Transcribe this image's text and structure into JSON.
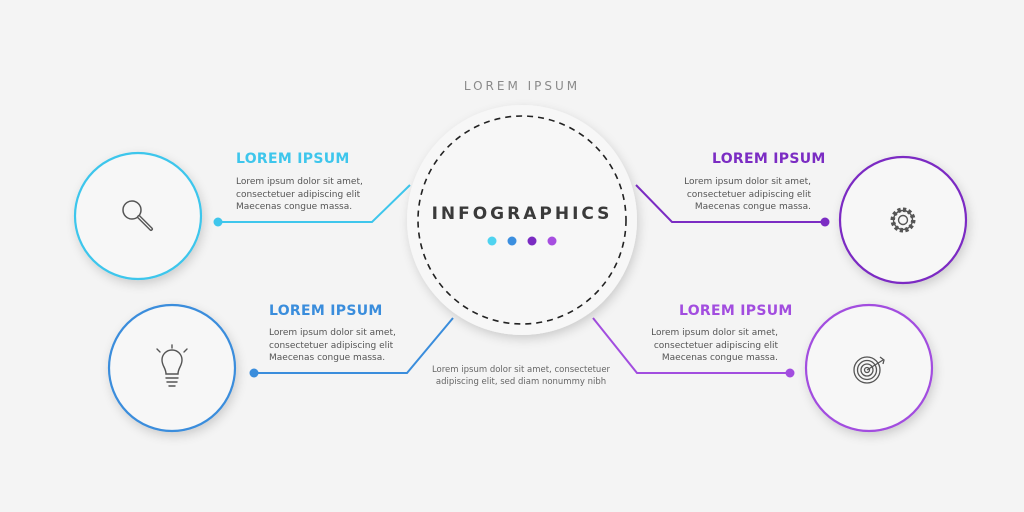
{
  "title": "LOREM IPSUM",
  "center": {
    "label": "INFOGRAPHICS",
    "dot_colors": [
      "#4fd3f0",
      "#3b8fdf",
      "#7a2bc2",
      "#a64ee0"
    ],
    "caption": "Lorem ipsum dolor sit amet, consectetuer\nadipiscing elit, sed diam nonummy nibh"
  },
  "items": [
    {
      "heading": "LOREM IPSUM",
      "text": "Lorem ipsum dolor sit amet,\nconsectetuer adipiscing elit\nMaecenas congue massa.",
      "icon": "magnifier-icon",
      "color": "#3ec6ec"
    },
    {
      "heading": "LOREM IPSUM",
      "text": "Lorem ipsum dolor sit amet,\nconsectetuer adipiscing elit\nMaecenas congue massa.",
      "icon": "lightbulb-icon",
      "color": "#3a8ddc"
    },
    {
      "heading": "LOREM IPSUM",
      "text": "Lorem ipsum dolor sit amet,\nconsectetuer adipiscing elit\nMaecenas congue massa.",
      "icon": "gear-icon",
      "color": "#7b2cc3"
    },
    {
      "heading": "LOREM IPSUM",
      "text": "Lorem ipsum dolor sit amet,\nconsectetuer adipiscing elit\nMaecenas congue massa.",
      "icon": "target-icon",
      "color": "#a24ddf"
    }
  ]
}
